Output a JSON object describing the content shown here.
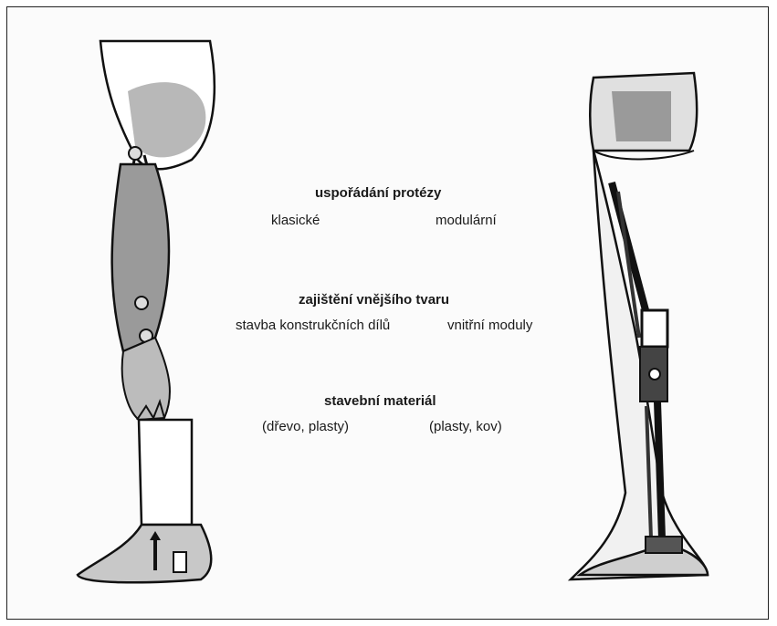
{
  "sections": [
    {
      "heading": "uspořádání protézy",
      "left_option": "klasické",
      "right_option": "modulární"
    },
    {
      "heading": "zajištění vnějšího tvaru",
      "left_option": "stavba konstrukčních dílů",
      "right_option": "vnitřní moduly"
    },
    {
      "heading": "stavební materiál",
      "left_option": "(dřevo, plasty)",
      "right_option": "(plasty, kov)"
    }
  ],
  "illustrations": {
    "left": "classic-leg-prosthesis",
    "right": "modular-leg-prosthesis"
  },
  "colors": {
    "outline": "#111111",
    "shade": "#9a9a9a",
    "light_shade": "#d9d9d9"
  }
}
